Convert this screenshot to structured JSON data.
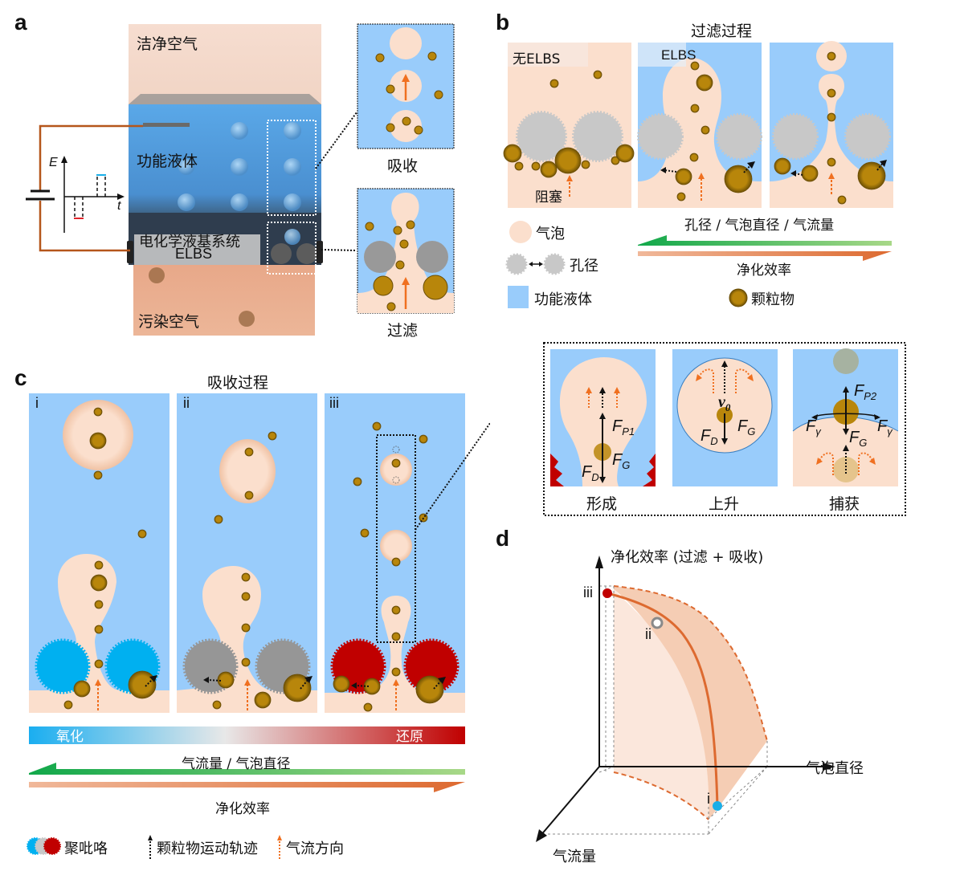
{
  "panels": {
    "a": {
      "letter": "a",
      "clean_air": "洁净空气",
      "functional_liquid": "功能液体",
      "elbs_cn": "电化学液基系统",
      "elbs_en": "ELBS",
      "polluted_air": "污染空气",
      "circuit_axis_e": "E",
      "circuit_axis_t": "t",
      "inset_absorb": "吸收",
      "inset_filter": "过滤"
    },
    "b": {
      "letter": "b",
      "title": "过滤过程",
      "subpanel_no_elbs": "无ELBS",
      "subpanel_elbs": "ELBS",
      "blockage": "阻塞",
      "arrow_green_label": "孔径 / 气泡直径 / 气流量",
      "arrow_orange_label": "净化效率",
      "legend": {
        "bubble": "气泡",
        "pore": "孔径",
        "liquid": "功能液体",
        "particle": "颗粒物"
      }
    },
    "c": {
      "letter": "c",
      "title": "吸收过程",
      "subpanels": [
        "i",
        "ii",
        "iii"
      ],
      "gradient_left": "氧化",
      "gradient_right": "还原",
      "arrow_green_label": "气流量 / 气泡直径",
      "arrow_orange_label": "净化效率",
      "legend": {
        "polypyrrole": "聚吡咯",
        "trajectory": "颗粒物运动轨迹",
        "airflow": "气流方向"
      },
      "detail": {
        "formation": "形成",
        "rising": "上升",
        "capture": "捕获",
        "forces": {
          "fp1": "F",
          "fp1_sub": "P1",
          "fg": "F",
          "fg_sub": "G",
          "fd": "F",
          "fd_sub": "D",
          "v0": "v",
          "v0_sub": "0",
          "fp2": "F",
          "fp2_sub": "P2",
          "fgamma": "F",
          "fgamma_sub": "γ"
        }
      }
    },
    "d": {
      "letter": "d",
      "y_axis": "净化效率 (过滤 + 吸收)",
      "x_axis": "气泡直径",
      "z_axis": "气流量",
      "points": [
        {
          "label": "iii",
          "state": "reduced",
          "color": "#c00000"
        },
        {
          "label": "ii",
          "state": "neutral",
          "color": "#8a8a8a"
        },
        {
          "label": "i",
          "state": "oxidized",
          "color": "#19aee8"
        }
      ]
    }
  },
  "colors": {
    "liquid": "#99ccfb",
    "bubble": "#fbdfcd",
    "particle": "#b8860b",
    "pore_gray": "#c8c8c8",
    "pore_oxidized": "#00b0f0",
    "pore_neutral": "#969696",
    "pore_reduced": "#c00000",
    "airflow": "#f07020",
    "green_arrow": "#22b04a",
    "orange_arrow": "#e07a45",
    "wire": "#b5561b"
  }
}
